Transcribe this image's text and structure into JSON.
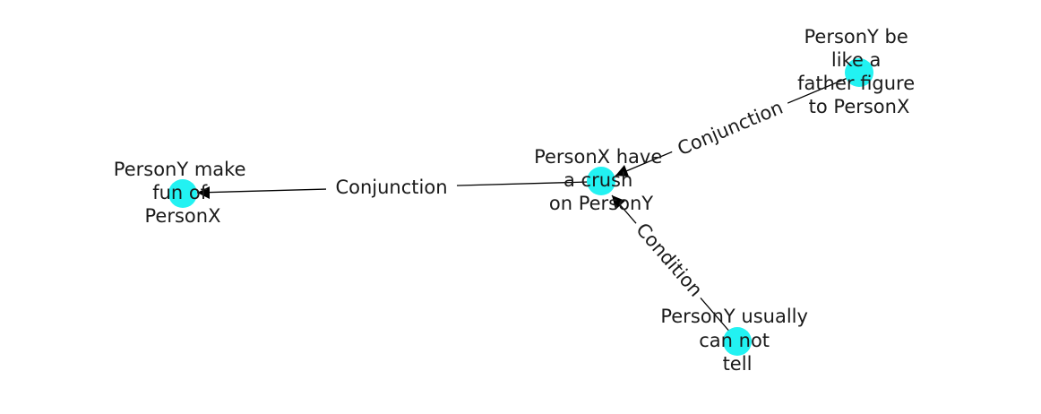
{
  "colors": {
    "node_fill": "#22f2f2",
    "edge_stroke": "#000000",
    "label_text": "#1a1a1a",
    "background": "#ffffff"
  },
  "nodes": [
    {
      "id": "crush",
      "lines": [
        "PersonX have",
        "a crush",
        "on PersonY"
      ]
    },
    {
      "id": "fun",
      "lines": [
        "PersonY make",
        "fun of",
        "PersonX"
      ]
    },
    {
      "id": "father",
      "lines": [
        "PersonY be",
        "like a",
        "father figure",
        "to PersonX"
      ]
    },
    {
      "id": "tell",
      "lines": [
        "PersonY usually",
        "can not",
        "tell"
      ]
    }
  ],
  "edges": [
    {
      "source": "crush",
      "target": "fun",
      "label": "Conjunction"
    },
    {
      "source": "father",
      "target": "crush",
      "label": "Conjunction"
    },
    {
      "source": "tell",
      "target": "crush",
      "label": "Condition"
    }
  ]
}
